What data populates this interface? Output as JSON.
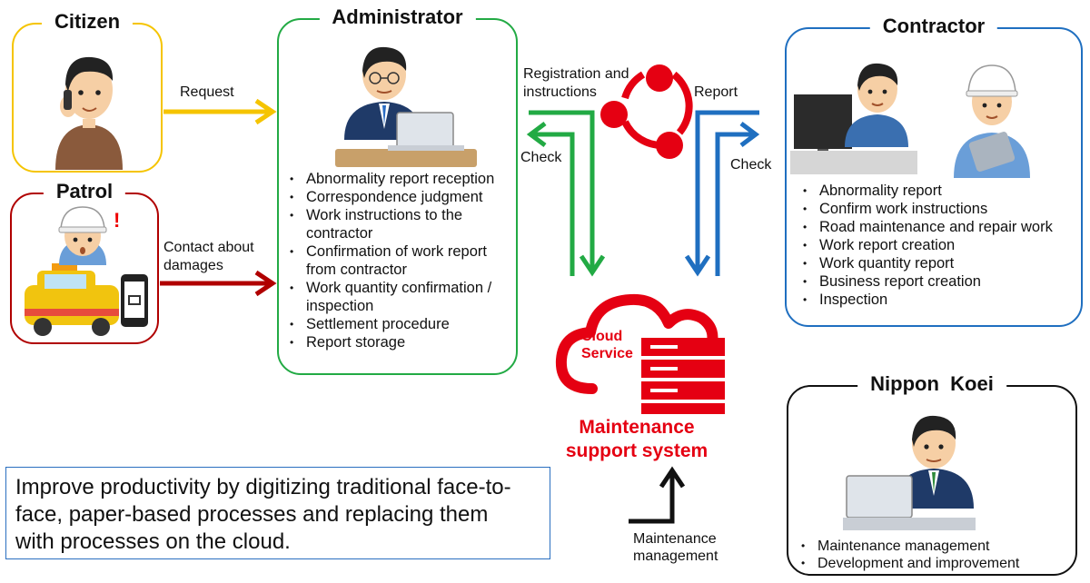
{
  "citizen": {
    "title": "Citizen"
  },
  "patrol": {
    "title": "Patrol"
  },
  "administrator": {
    "title": "Administrator",
    "tasks": [
      "Abnormality report reception",
      "Correspondence judgment",
      "Work instructions to the contractor",
      "Confirmation of work report from contractor",
      "Work quantity confirmation / inspection",
      "Settlement procedure",
      "Report storage"
    ]
  },
  "contractor": {
    "title": "Contractor",
    "tasks": [
      "Abnormality report",
      "Confirm work instructions",
      "Road maintenance and repair work",
      "Work report creation",
      "Work quantity report",
      "Business report creation",
      "Inspection"
    ]
  },
  "nippon_koei": {
    "title": "Nippon  Koei",
    "tasks": [
      "Maintenance management",
      "Development and improvement"
    ]
  },
  "flows": {
    "request": "Request",
    "contact": "Contact about damages",
    "registration": "Registration and instructions",
    "check_left": "Check",
    "report": "Report",
    "check_right": "Check",
    "maintenance_management": "Maintenance management"
  },
  "system": {
    "cloud_label": "Cloud Service",
    "name": "Maintenance support system"
  },
  "summary": "Improve productivity by digitizing traditional face-to-face, paper-based processes and replacing them with processes on the cloud.",
  "colors": {
    "citizen": "#f5c400",
    "patrol": "#b00000",
    "administrator": "#22aa44",
    "contractor": "#1f6fc0",
    "nippon_koei": "#111111",
    "system": "#e50012",
    "summary_border": "#2a6fc0"
  },
  "icons": {
    "citizen": "person-on-phone-icon",
    "patrol": "patrol-worker-with-car-icon",
    "administrator": "office-worker-laptop-icon",
    "contractor": "workers-computer-tablet-icon",
    "nippon_koei": "engineer-laptop-icon",
    "share": "share-network-icon",
    "server": "cloud-server-icon"
  }
}
